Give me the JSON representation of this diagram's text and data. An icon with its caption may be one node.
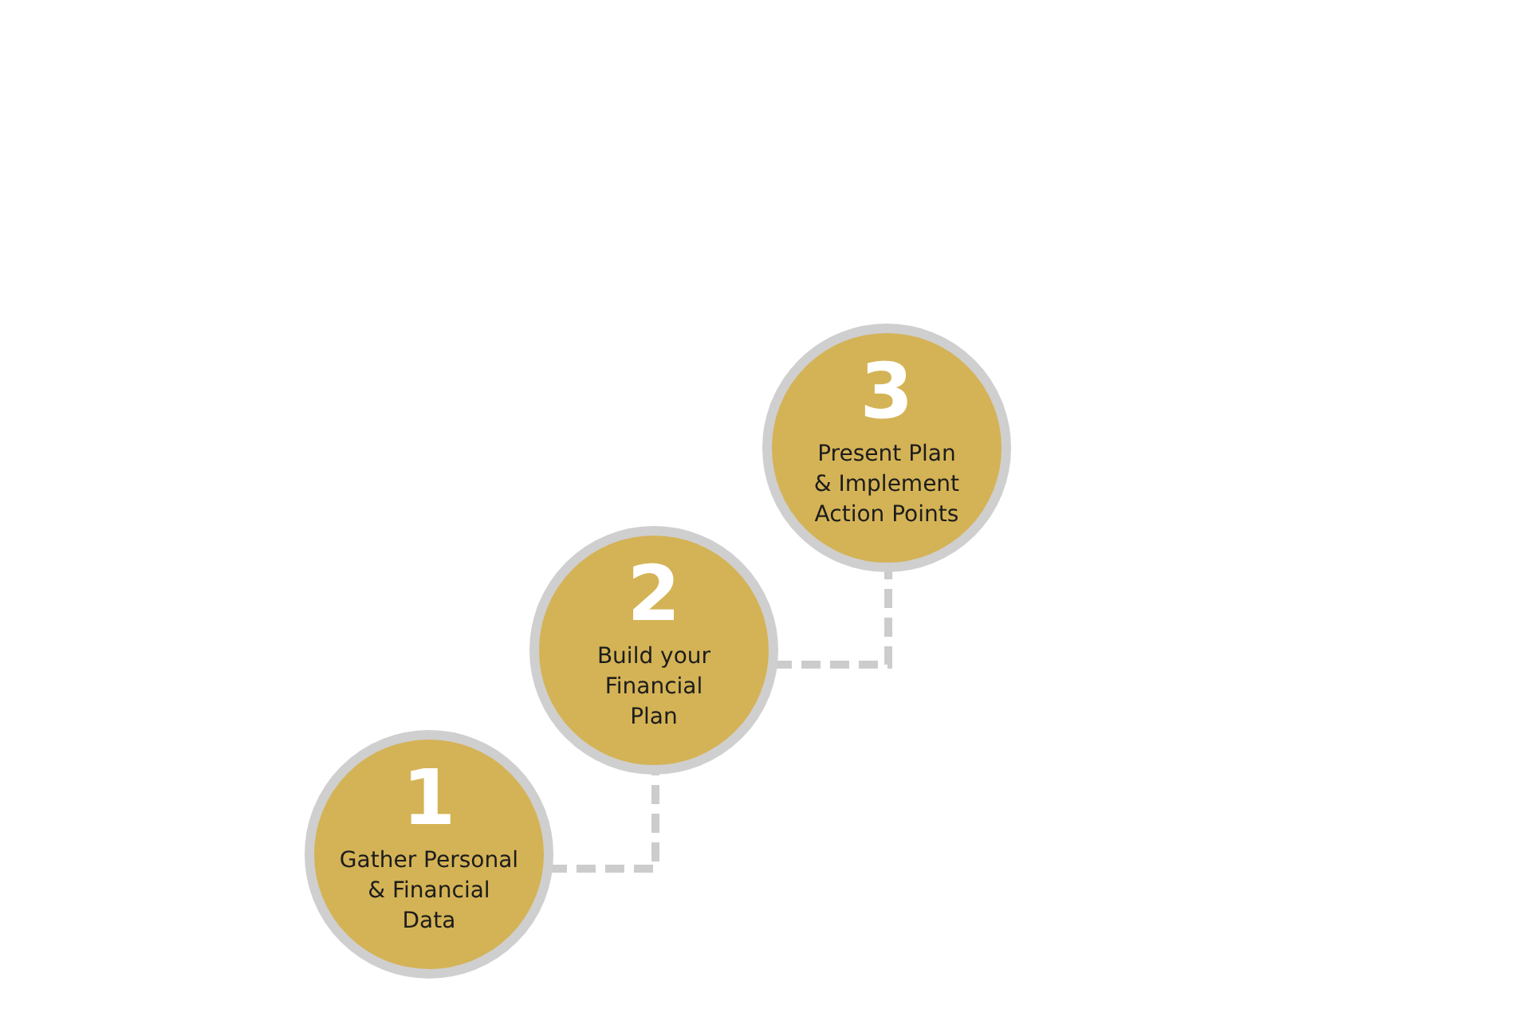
{
  "diagram": {
    "nodes": [
      {
        "text": [
          "1",
          "Gather Personal & Financial Data"
        ]
      },
      {
        "text": [
          "2",
          "Build your Financial Plan"
        ]
      },
      {
        "text": [
          "3",
          "Present Plan & Implement Action Points"
        ]
      }
    ],
    "edges": [
      {
        "from": 0,
        "to": 1,
        "arrow": "none",
        "style": "dashed"
      },
      {
        "from": 1,
        "to": 2,
        "arrow": "none",
        "style": "dashed"
      }
    ]
  }
}
